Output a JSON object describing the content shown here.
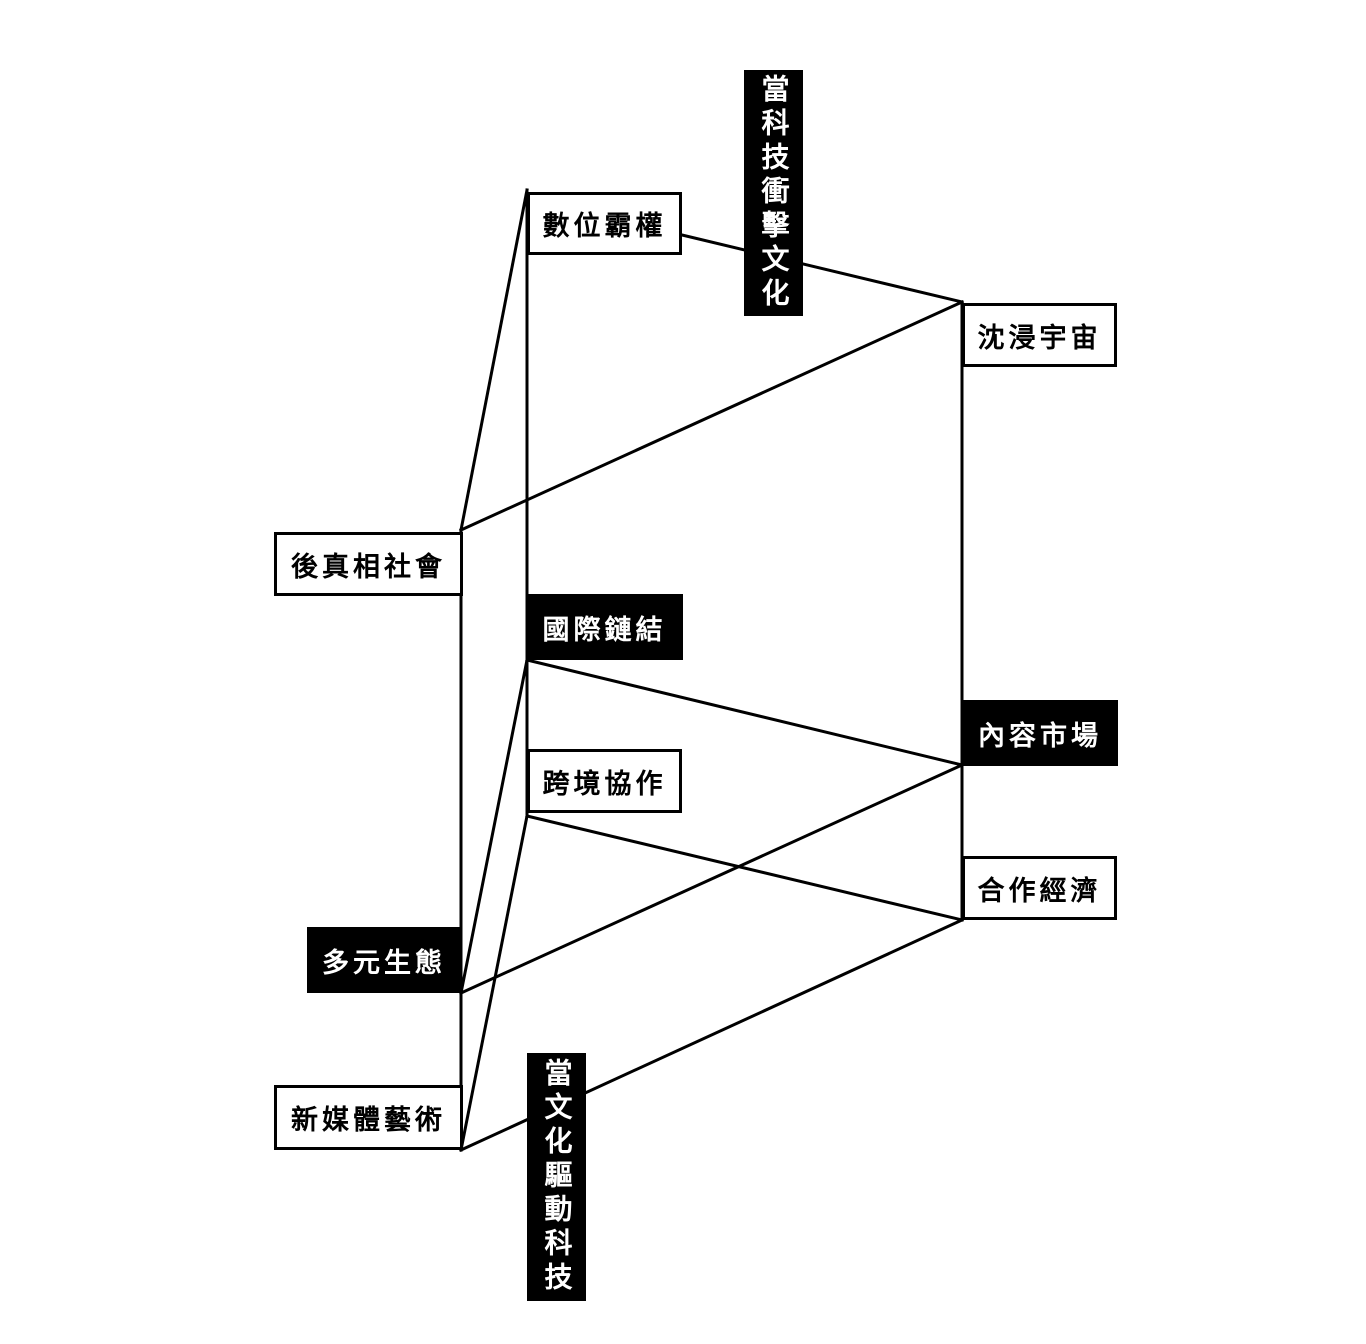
{
  "diagram": {
    "nodes": {
      "digital_hegemony": "數位霸權",
      "immersive_universe": "沈浸宇宙",
      "post_truth_society": "後真相社會",
      "international_link": "國際鏈結",
      "content_market": "內容市場",
      "cross_border": "跨境協作",
      "cooperative_economy": "合作經濟",
      "diverse_ecology": "多元生態",
      "new_media_art": "新媒體藝術"
    },
    "labels": {
      "tech_impacts_culture": "當科技衝擊文化",
      "culture_drives_tech": "當文化驅動科技"
    },
    "colors": {
      "line": "#000000",
      "filled_bg": "#000000",
      "filled_text": "#ffffff",
      "outline_bg": "#ffffff",
      "outline_text": "#000000"
    }
  }
}
